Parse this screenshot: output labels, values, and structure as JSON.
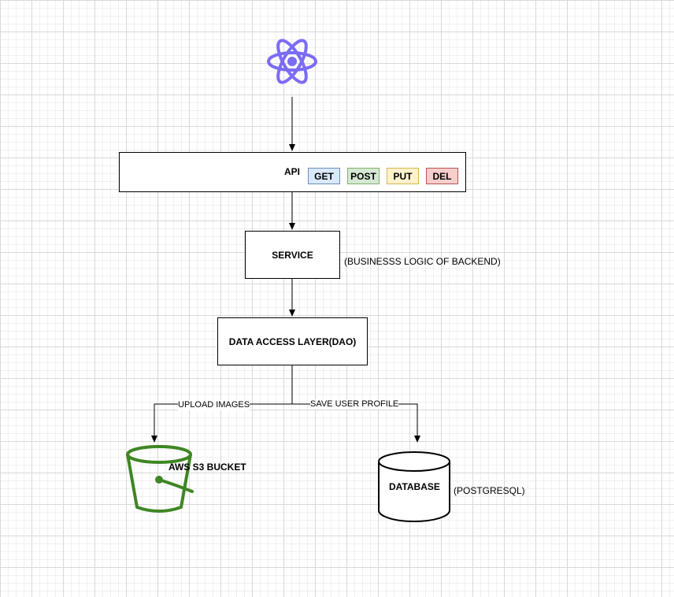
{
  "diagram": {
    "api": {
      "label": "API",
      "methods": [
        {
          "label": "GET",
          "fill": "#dae8fc",
          "stroke": "#6c8ebf"
        },
        {
          "label": "POST",
          "fill": "#d5e8d4",
          "stroke": "#82b366"
        },
        {
          "label": "PUT",
          "fill": "#fff2cc",
          "stroke": "#d6b656"
        },
        {
          "label": "DEL",
          "fill": "#f8cecc",
          "stroke": "#b85450"
        }
      ]
    },
    "service": {
      "label": "SERVICE",
      "note": "(BUSINESSS LOGIC OF BACKEND)"
    },
    "dao": {
      "label": "DATA ACCESS LAYER(DAO)"
    },
    "edges": {
      "upload_images": "UPLOAD IMAGES",
      "save_user_profile": "SAVE USER PROFILE"
    },
    "s3": {
      "label": "AWS S3 BUCKET",
      "icon": "bucket-icon",
      "color": "#3f8624"
    },
    "database": {
      "label": "DATABASE",
      "note": "(POSTGRESQL)",
      "icon": "cylinder-icon"
    },
    "react": {
      "icon": "react-icon",
      "color": "#7b6cf6"
    }
  }
}
